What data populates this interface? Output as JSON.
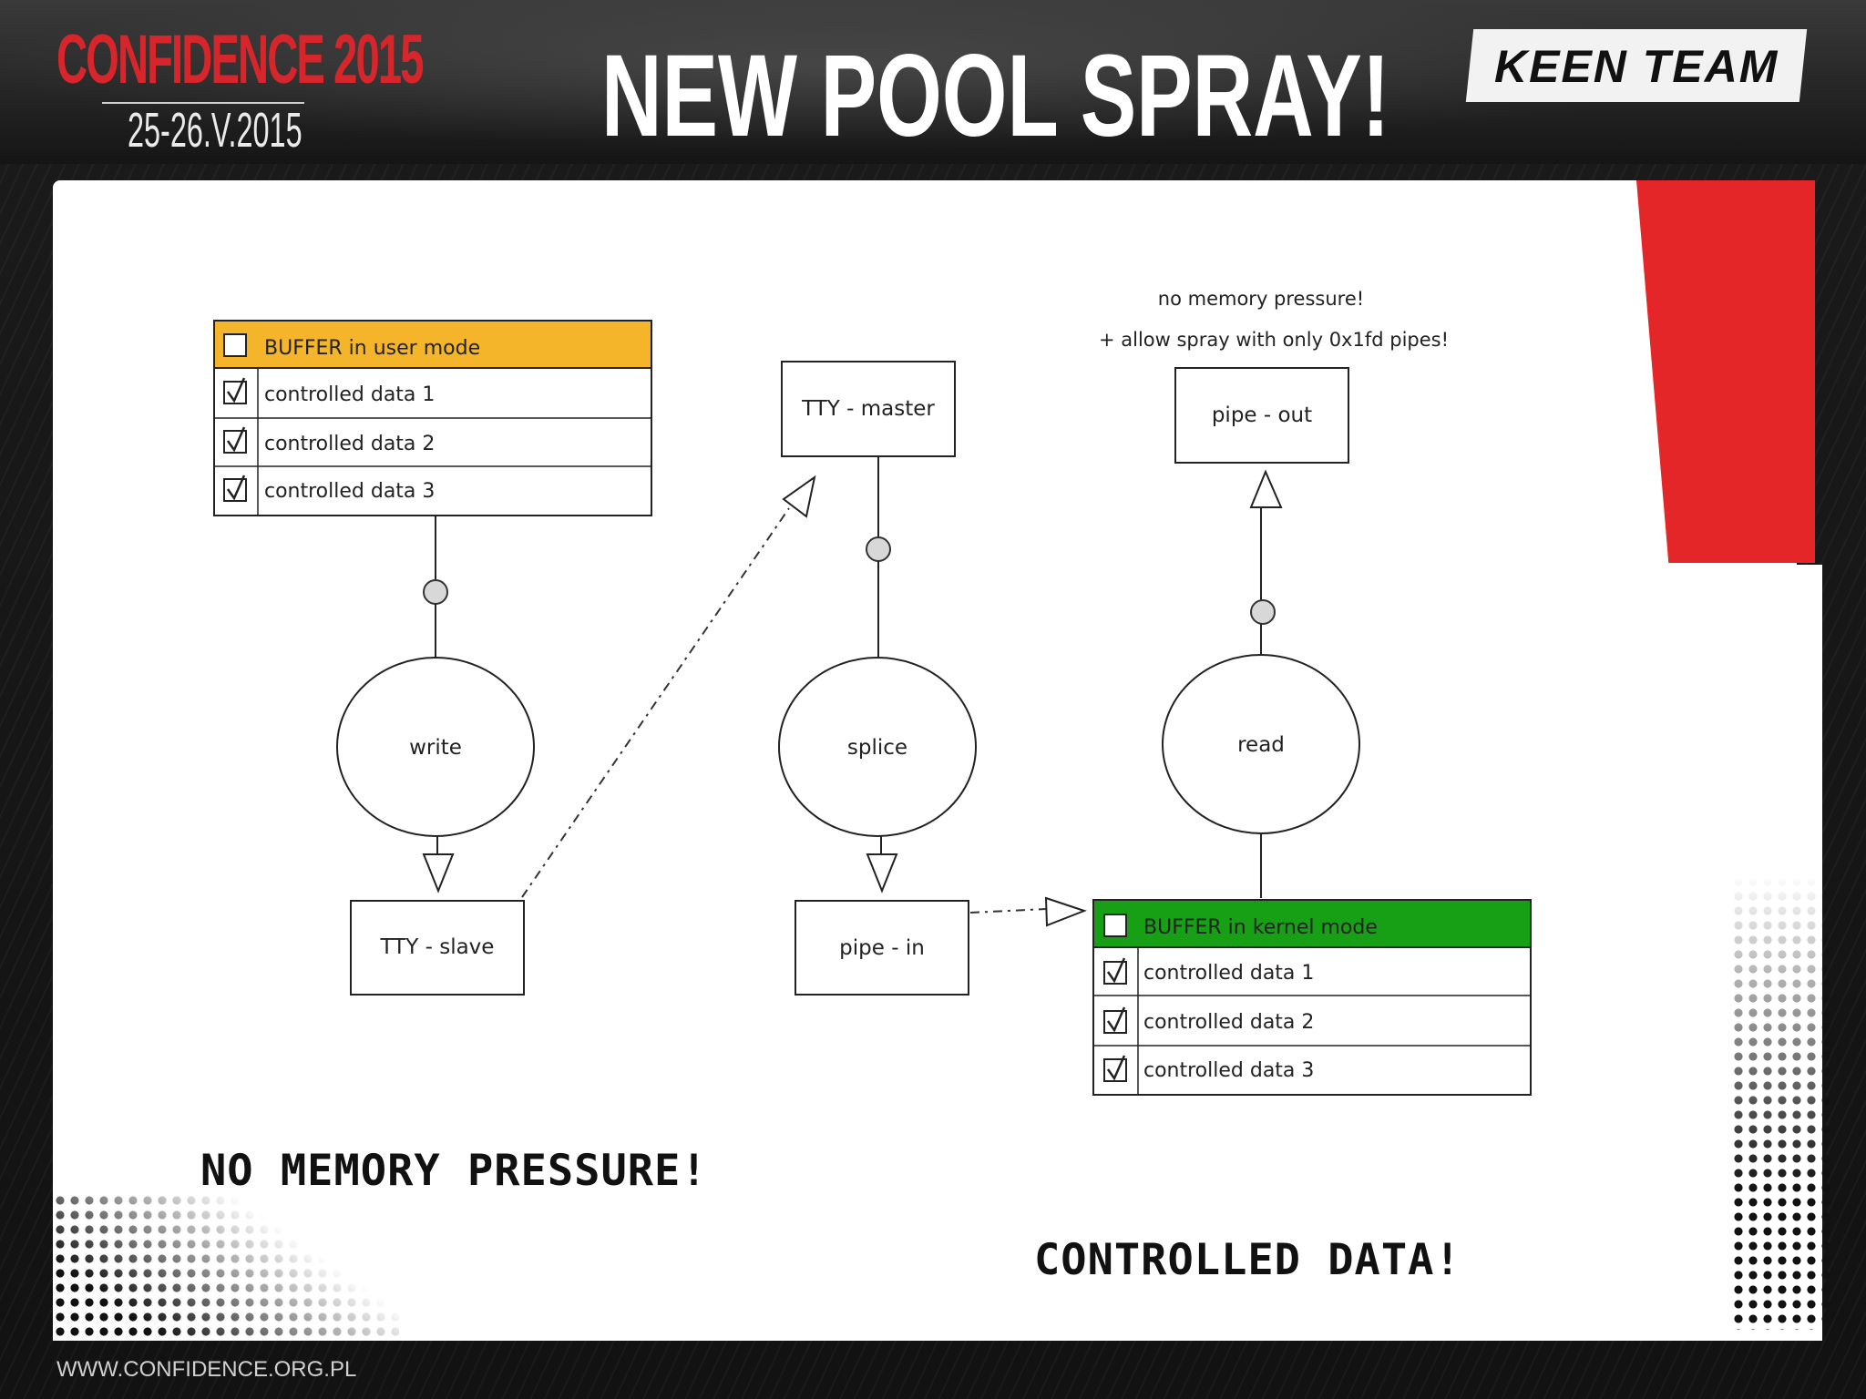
{
  "header": {
    "event_logo": "CONFIDENCE 2015",
    "event_dates": "25-26.V.2015",
    "title": "NEW POOL SPRAY!",
    "sponsor": "KEEN TEAM"
  },
  "diagram": {
    "user_buffer": {
      "header": "BUFFER in user mode",
      "rows": [
        "controlled data 1",
        "controlled data 2",
        "controlled data 3"
      ]
    },
    "kernel_buffer": {
      "header": "BUFFER in kernel mode",
      "rows": [
        "controlled data 1",
        "controlled data 2",
        "controlled data 3"
      ]
    },
    "ops": {
      "write": "write",
      "splice": "splice",
      "read": "read"
    },
    "nodes": {
      "tty_slave": "TTY - slave",
      "tty_master": "TTY - master",
      "pipe_in": "pipe - in",
      "pipe_out": "pipe - out"
    },
    "notes": {
      "note_1": "no memory pressure!",
      "note_2": "+ allow spray with only 0x1fd pipes!"
    }
  },
  "callouts": {
    "no_pressure": "NO MEMORY PRESSURE!",
    "controlled": "CONTROLLED DATA!"
  },
  "footer": {
    "url": "WWW.CONFIDENCE.ORG.PL"
  },
  "colors": {
    "user_header": "#f4b52a",
    "kernel_header": "#17a015",
    "accent_red": "#e52629"
  }
}
